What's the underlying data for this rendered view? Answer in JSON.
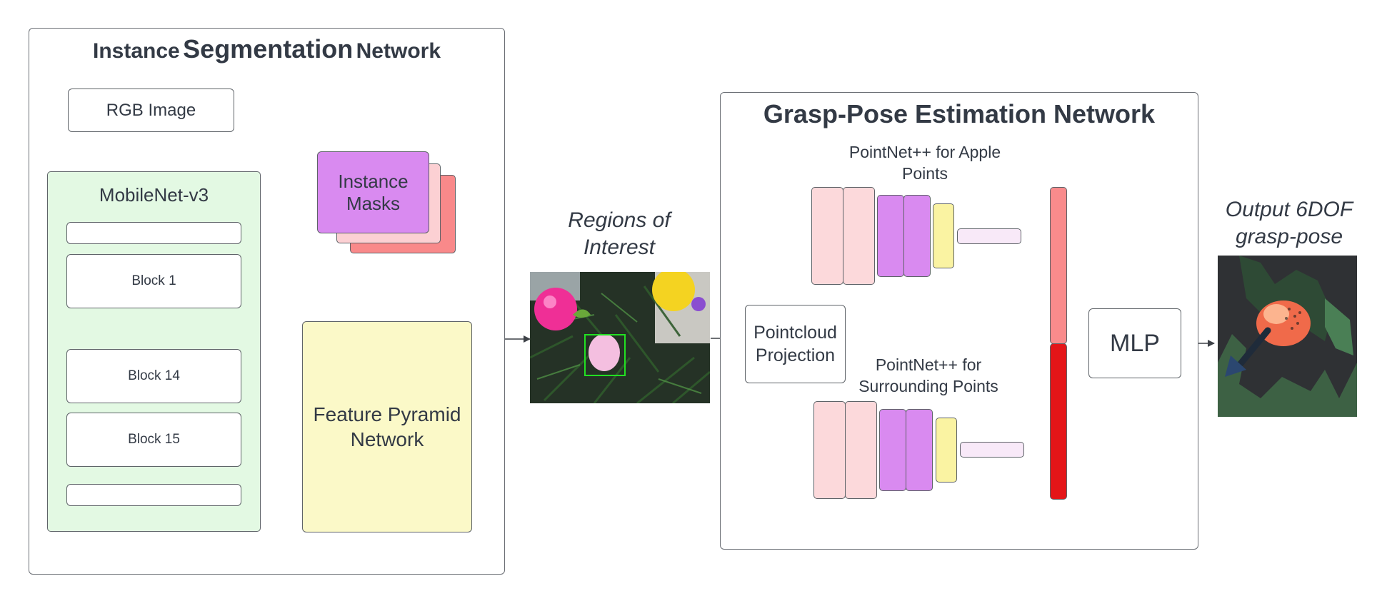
{
  "instance_seg": {
    "title_left": "Instance",
    "title_mid": "Segmentation",
    "title_right": "Network",
    "rgb_image": "RGB Image",
    "backbone_label": "MobileNet-v3",
    "block_1": "Block 1",
    "block_14": "Block 14",
    "block_15": "Block 15",
    "fpn_label": "Feature Pyramid Network",
    "masks_label": "Instance Masks"
  },
  "roi": {
    "label": "Regions of Interest"
  },
  "grasp_net": {
    "title": "Grasp-Pose Estimation Network",
    "pointcloud_label": "Pointcloud Projection",
    "pn_apple_label": "PointNet++ for Apple Points",
    "pn_surround_label": "PointNet++ for Surrounding Points",
    "mlp_label": "MLP"
  },
  "output": {
    "label": "Output 6DOF grasp-pose"
  },
  "colors": {
    "backbone_fill": "#e3f9e3",
    "fpn_fill": "#fbf9c8",
    "mask_front": "#d98af0",
    "mask_mid": "#fcd0d3",
    "mask_back": "#f9898a",
    "pink_block": "#fcd9db",
    "purple_block": "#d98af0",
    "yellow_block": "#faf3a2",
    "lavender_bar": "#f8e9f8",
    "concat_top": "#f98b8c",
    "concat_bottom": "#e41518",
    "roi_box": "#22e022"
  }
}
